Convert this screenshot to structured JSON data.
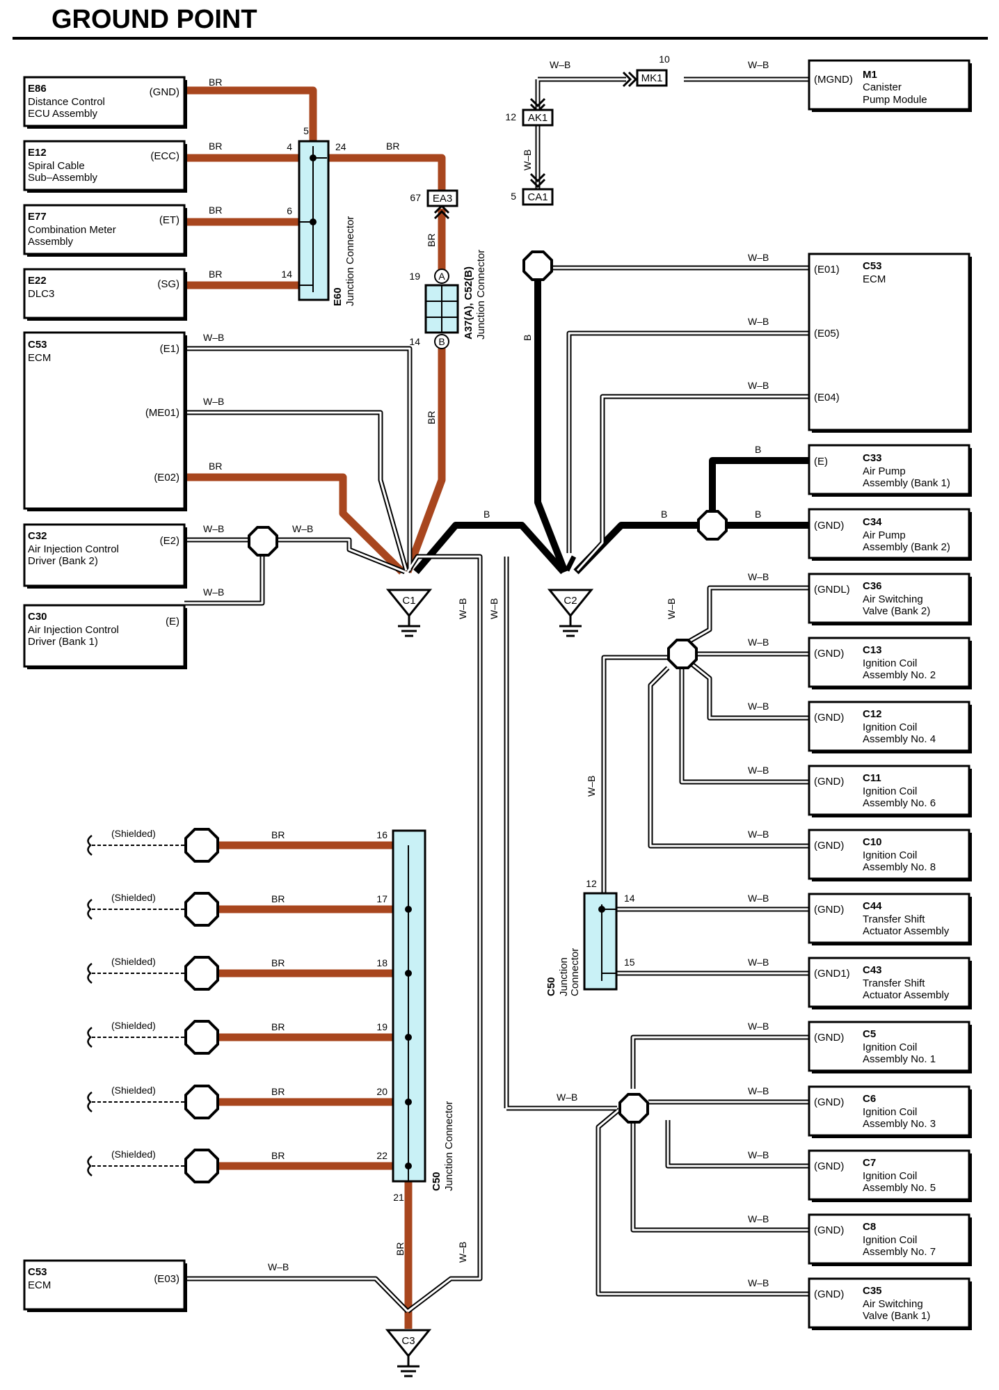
{
  "title": "GROUND POINT",
  "colors": {
    "br": "#a8461e",
    "b": "#000000",
    "wb": "#ffffff",
    "junction_fill": "#c9f1f6"
  },
  "wire_labels": {
    "br": "BR",
    "wb": "W–B",
    "b": "B",
    "shielded": "(Shielded)"
  },
  "components": {
    "e86": {
      "code": "E86",
      "line1": "Distance Control",
      "line2": "ECU Assembly",
      "term": "(GND)"
    },
    "e12": {
      "code": "E12",
      "line1": "Spiral Cable",
      "line2": "Sub–Assembly",
      "term": "(ECC)"
    },
    "e77": {
      "code": "E77",
      "line1": "Combination Meter",
      "line2": "Assembly",
      "term": "(ET)"
    },
    "e22": {
      "code": "E22",
      "line1": "DLC3",
      "term": "(SG)"
    },
    "c53a": {
      "code": "C53",
      "line1": "ECM",
      "term1": "(E1)",
      "term2": "(ME01)",
      "term3": "(E02)"
    },
    "c32": {
      "code": "C32",
      "line1": "Air Injection Control",
      "line2": "Driver (Bank 2)",
      "term": "(E2)"
    },
    "c30": {
      "code": "C30",
      "line1": "Air Injection Control",
      "line2": "Driver (Bank 1)",
      "term": "(E)"
    },
    "c53c": {
      "code": "C53",
      "line1": "ECM",
      "term": "(E03)"
    },
    "m1": {
      "code": "M1",
      "line1": "Canister",
      "line2": "Pump Module",
      "term": "(MGND)"
    },
    "c53b": {
      "code": "C53",
      "line1": "ECM",
      "term1": "(E01)",
      "term2": "(E05)",
      "term3": "(E04)"
    },
    "c33": {
      "code": "C33",
      "line1": "Air Pump",
      "line2": "Assembly (Bank 1)",
      "term": "(E)"
    },
    "c34": {
      "code": "C34",
      "line1": "Air Pump",
      "line2": "Assembly (Bank 2)",
      "term": "(GND)"
    },
    "c36": {
      "code": "C36",
      "line1": "Air Switching",
      "line2": "Valve (Bank 2)",
      "term": "(GNDL)"
    },
    "c13": {
      "code": "C13",
      "line1": "Ignition Coil",
      "line2": "Assembly No. 2",
      "term": "(GND)"
    },
    "c12": {
      "code": "C12",
      "line1": "Ignition Coil",
      "line2": "Assembly No. 4",
      "term": "(GND)"
    },
    "c11": {
      "code": "C11",
      "line1": "Ignition Coil",
      "line2": "Assembly No. 6",
      "term": "(GND)"
    },
    "c10": {
      "code": "C10",
      "line1": "Ignition Coil",
      "line2": "Assembly No. 8",
      "term": "(GND)"
    },
    "c44": {
      "code": "C44",
      "line1": "Transfer Shift",
      "line2": "Actuator Assembly",
      "term": "(GND)"
    },
    "c43": {
      "code": "C43",
      "line1": "Transfer Shift",
      "line2": "Actuator Assembly",
      "term": "(GND1)"
    },
    "c5": {
      "code": "C5",
      "line1": "Ignition Coil",
      "line2": "Assembly No. 1",
      "term": "(GND)"
    },
    "c6": {
      "code": "C6",
      "line1": "Ignition Coil",
      "line2": "Assembly No. 3",
      "term": "(GND)"
    },
    "c7": {
      "code": "C7",
      "line1": "Ignition Coil",
      "line2": "Assembly No. 5",
      "term": "(GND)"
    },
    "c8": {
      "code": "C8",
      "line1": "Ignition Coil",
      "line2": "Assembly No. 7",
      "term": "(GND)"
    },
    "c35": {
      "code": "C35",
      "line1": "Air Switching",
      "line2": "Valve (Bank 1)",
      "term": "(GND)"
    }
  },
  "junctions": {
    "e60": {
      "code": "E60",
      "name": "Junction Connector",
      "pins": [
        "5",
        "4",
        "24",
        "6",
        "14"
      ]
    },
    "a37": {
      "code": "A37(A), C52(B)",
      "name": "Junction Connector",
      "pins": [
        "19",
        "14"
      ],
      "a": "A",
      "b": "B"
    },
    "c50a": {
      "code": "C50",
      "name": "Junction Connector",
      "pins": [
        "16",
        "17",
        "18",
        "19",
        "20",
        "22",
        "21"
      ]
    },
    "c50b": {
      "code": "C50",
      "name1": "Junction",
      "name2": "Connector",
      "pins": [
        "12",
        "14",
        "15"
      ]
    }
  },
  "inline": {
    "ea3": {
      "code": "EA3",
      "pin": "67"
    },
    "mk1": {
      "code": "MK1",
      "pin": "10"
    },
    "ak1": {
      "code": "AK1",
      "pin": "12"
    },
    "ca1": {
      "code": "CA1",
      "pin": "5"
    }
  },
  "grounds": {
    "c1": "C1",
    "c2": "C2",
    "c3": "C3"
  }
}
